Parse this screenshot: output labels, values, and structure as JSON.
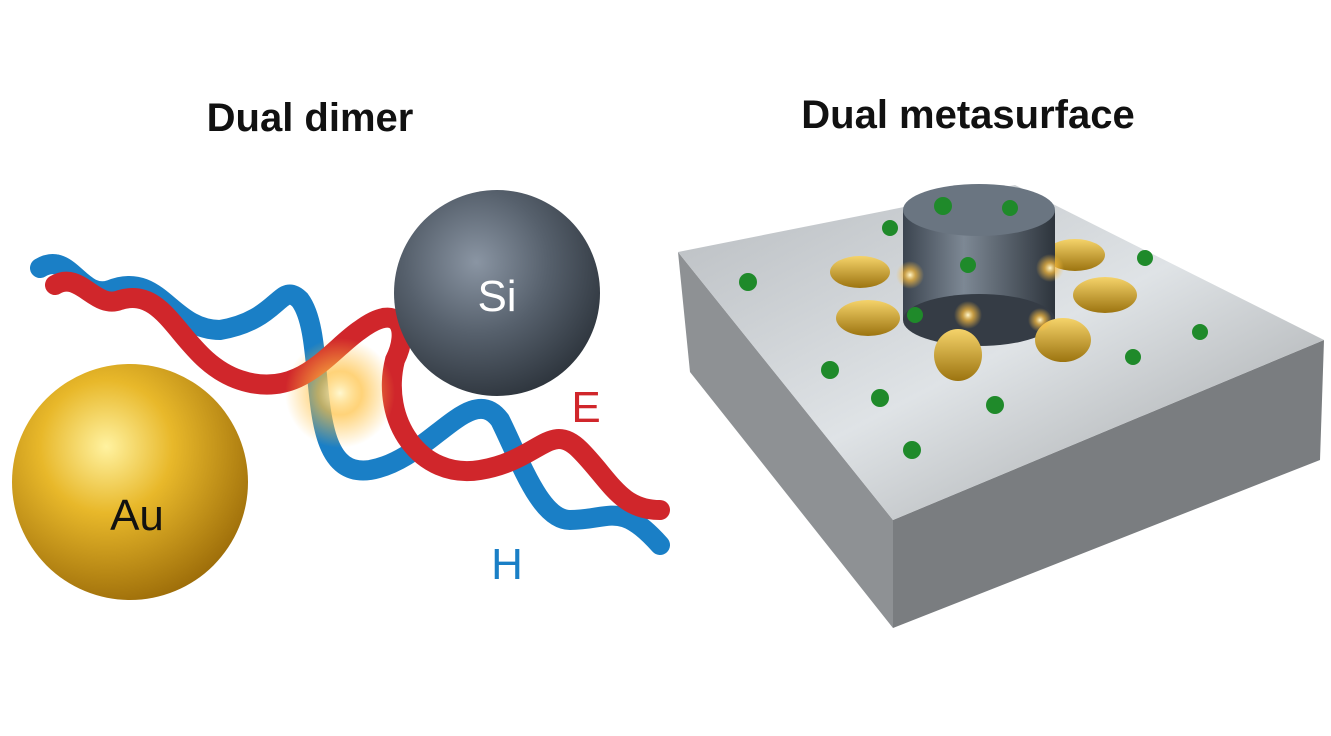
{
  "panels": [
    {
      "title": "Dual dimer",
      "labels": {
        "gold": "Au",
        "silicon": "Si",
        "electric": "E",
        "magnetic": "H"
      }
    },
    {
      "title": "Dual metasurface"
    }
  ],
  "colors": {
    "electric": "#d0262b",
    "magnetic": "#1a7fc6",
    "gold": "#e2b12a",
    "silicon": "#4f5966"
  }
}
